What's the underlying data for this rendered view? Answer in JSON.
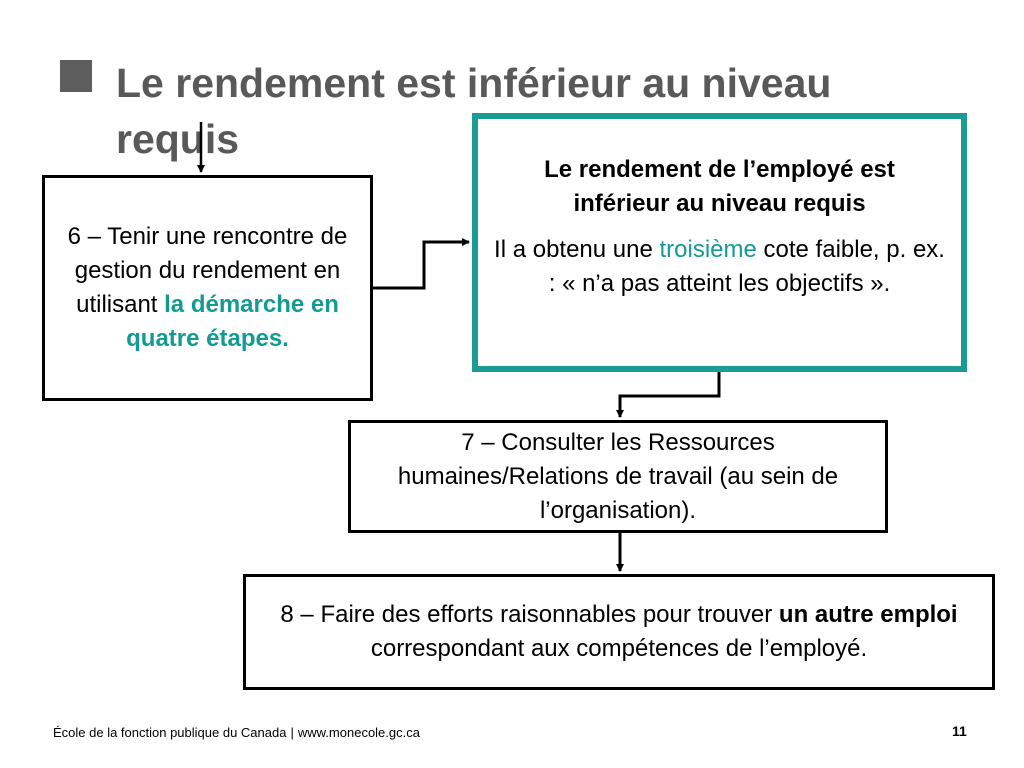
{
  "slide": {
    "title": "Le rendement est inférieur au niveau requis"
  },
  "box_main": {
    "heading": "Le rendement de l’employé est inférieur au niveau requis",
    "text_before": "Il a obtenu une ",
    "highlight": "troisième",
    "text_after": " cote faible, p. ex. : « n’a pas atteint les objectifs »."
  },
  "step6": {
    "text": "6 – Tenir une rencontre de gestion du rendement en utilisant ",
    "highlight": "la démarche en quatre étapes."
  },
  "step7": {
    "text": "7 – Consulter les Ressources humaines/Relations de travail (au sein de l’organisation)."
  },
  "step8": {
    "text_before": "8 – Faire des efforts raisonnables pour trouver ",
    "bold": "un autre emploi",
    "text_after": " correspondant aux compétences de l’employé."
  },
  "footer": {
    "org": "École de la fonction publique du Canada",
    "separator": "|",
    "url": "www.monecole.gc.ca",
    "page": "11"
  },
  "colors": {
    "accent": "#139b93",
    "title": "#595959"
  }
}
